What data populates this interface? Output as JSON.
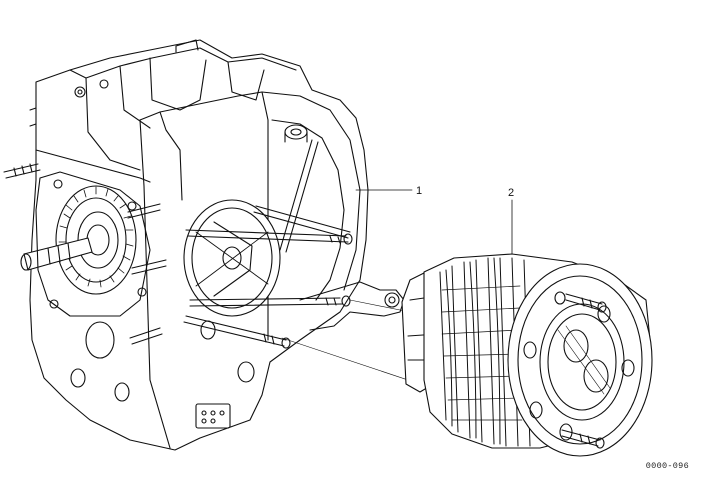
{
  "diagram": {
    "callouts": [
      {
        "id": "1",
        "label": "1"
      },
      {
        "id": "2",
        "label": "2"
      }
    ],
    "figure_code": "0000-096"
  }
}
